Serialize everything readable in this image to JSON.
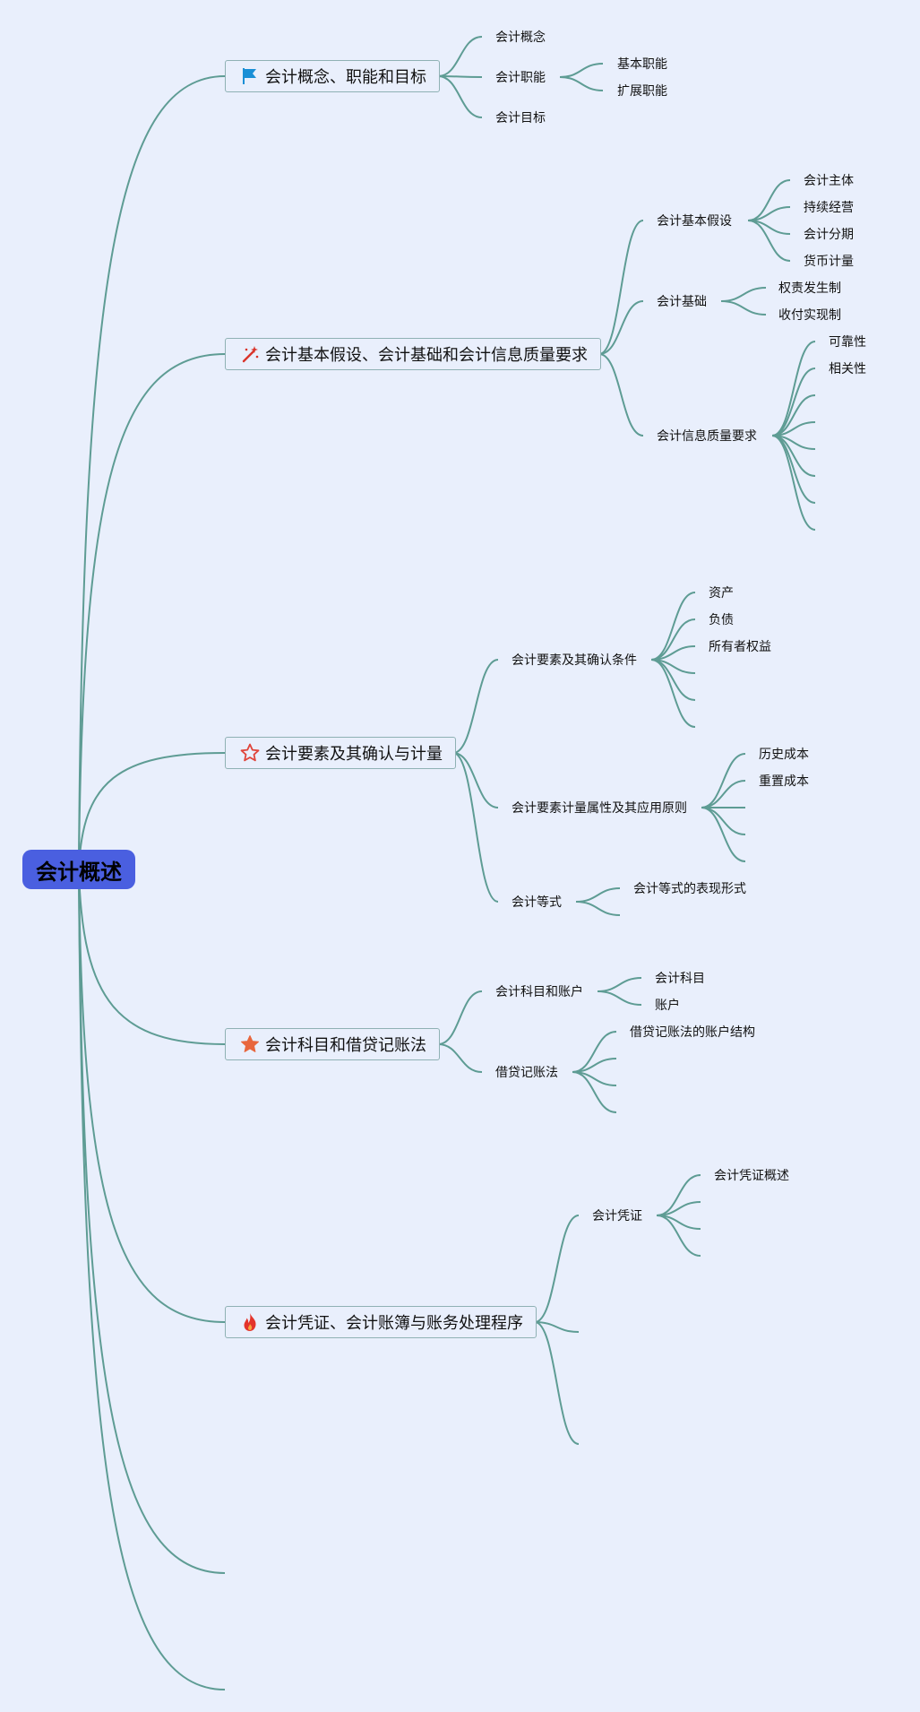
{
  "root": {
    "label": "会计概述"
  },
  "colors": {
    "background": "#e9effc",
    "root_fill": "#4a5fe0",
    "link": "#5e9c94",
    "node_border": "#8fb1b4"
  },
  "branches": [
    {
      "label": "会计概念、职能和目标",
      "icon": "flag-icon",
      "children": [
        {
          "label": "会计概念",
          "children": []
        },
        {
          "label": "会计职能",
          "children": [
            "基本职能",
            "扩展职能"
          ]
        },
        {
          "label": "会计目标",
          "children": []
        }
      ]
    },
    {
      "label": "会计基本假设、会计基础和会计信息质量要求",
      "icon": "magic-wand-icon",
      "children": [
        {
          "label": "会计基本假设",
          "children": [
            "会计主体",
            "持续经营",
            "会计分期",
            "货币计量"
          ]
        },
        {
          "label": "会计基础",
          "children": [
            "权责发生制",
            "收付实现制"
          ]
        },
        {
          "label": "会计信息质量要求",
          "children": [
            "可靠性",
            "相关性",
            "",
            "",
            "",
            "",
            "",
            ""
          ]
        }
      ]
    },
    {
      "label": "会计要素及其确认与计量",
      "icon": "star-outline-icon",
      "children": [
        {
          "label": "会计要素及其确认条件",
          "children": [
            "资产",
            "负债",
            "所有者权益",
            "",
            "",
            ""
          ]
        },
        {
          "label": "会计要素计量属性及其应用原则",
          "children": [
            "历史成本",
            "重置成本",
            "",
            "",
            ""
          ]
        },
        {
          "label": "会计等式",
          "children": [
            "会计等式的表现形式",
            ""
          ]
        }
      ]
    },
    {
      "label": "会计科目和借贷记账法",
      "icon": "star-filled-icon",
      "children": [
        {
          "label": "会计科目和账户",
          "children": [
            "会计科目",
            "账户"
          ]
        },
        {
          "label": "借贷记账法",
          "children": [
            "借贷记账法的账户结构",
            "",
            "",
            ""
          ]
        }
      ]
    },
    {
      "label": "会计凭证、会计账簿与账务处理程序",
      "icon": "fire-icon",
      "children": [
        {
          "label": "会计凭证",
          "children": [
            "会计凭证概述",
            "",
            "",
            ""
          ]
        },
        {
          "label": "",
          "children": []
        },
        {
          "label": "",
          "children": []
        }
      ]
    },
    {
      "label": "",
      "icon": "",
      "children": []
    },
    {
      "label": "",
      "icon": "",
      "children": []
    }
  ]
}
